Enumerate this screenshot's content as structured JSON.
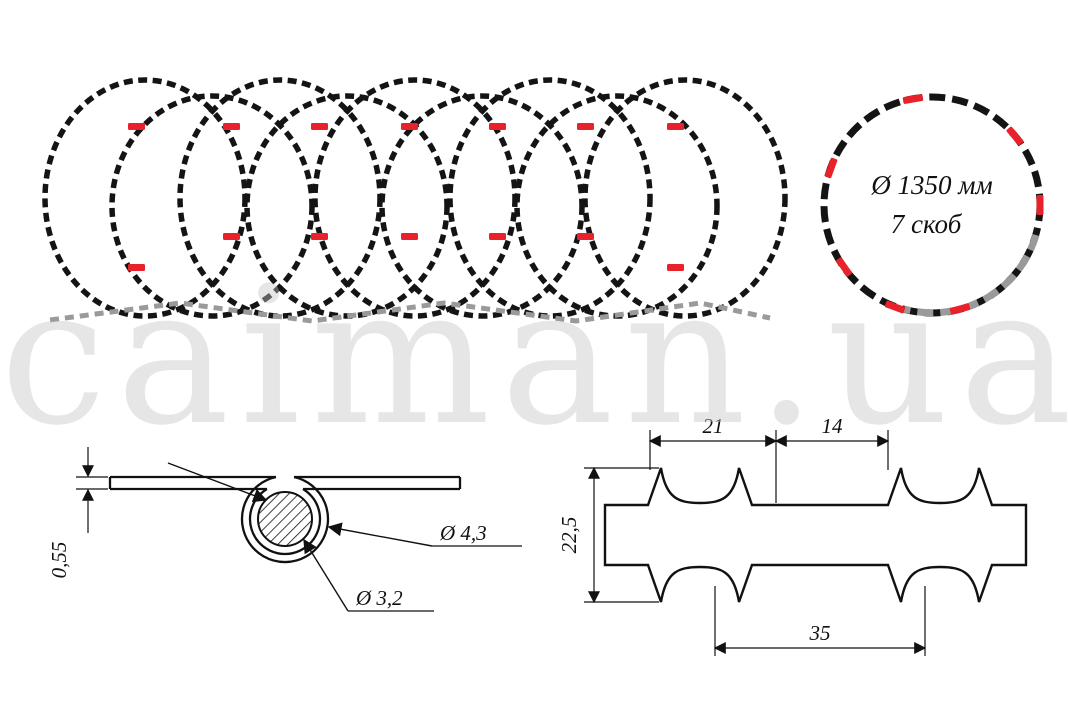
{
  "watermark": "caiman.ua",
  "ring": {
    "diameter_label": "Ø  1350 мм",
    "clips_label": "7 скоб"
  },
  "cross_section": {
    "thickness": "0,55",
    "outer_diameter": "Ø 4,3",
    "core_diameter": "Ø 3,2"
  },
  "profile": {
    "dim_barb_width": "21",
    "dim_gap": "14",
    "dim_height": "22,5",
    "dim_pitch": "35"
  },
  "colors": {
    "clip_red": "#e8212a",
    "line_black": "#141414",
    "faded_gray": "#9a9a9a"
  }
}
